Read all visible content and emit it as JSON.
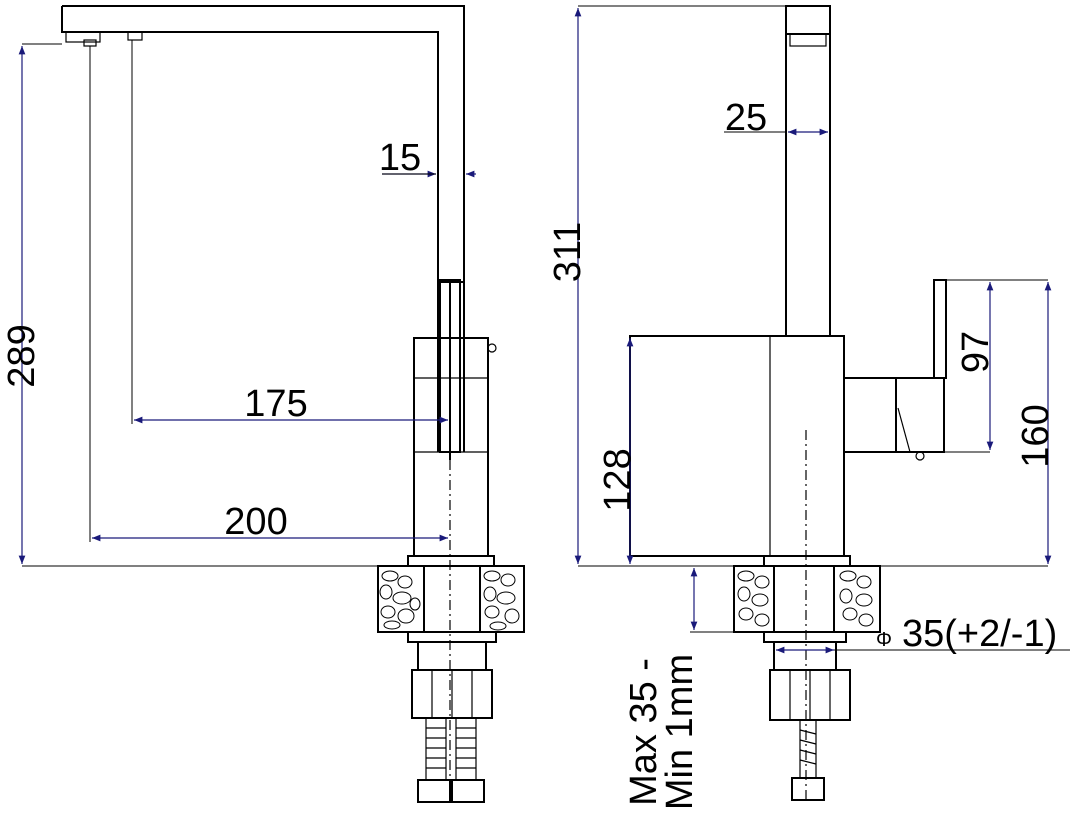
{
  "dimensions": {
    "left_view": {
      "spout_height": "289",
      "wall_thickness": "15",
      "reach_inner": "175",
      "reach_outer": "200"
    },
    "right_view": {
      "total_height": "311",
      "spout_width": "25",
      "body_height": "128",
      "lever_height": "97",
      "lever_top_height": "160",
      "hole_diameter_symbol": "Φ",
      "hole_diameter": "35(+2/-1)",
      "counter_thickness_line1": "Max 35 -",
      "counter_thickness_line2": "Min 1mm"
    }
  }
}
